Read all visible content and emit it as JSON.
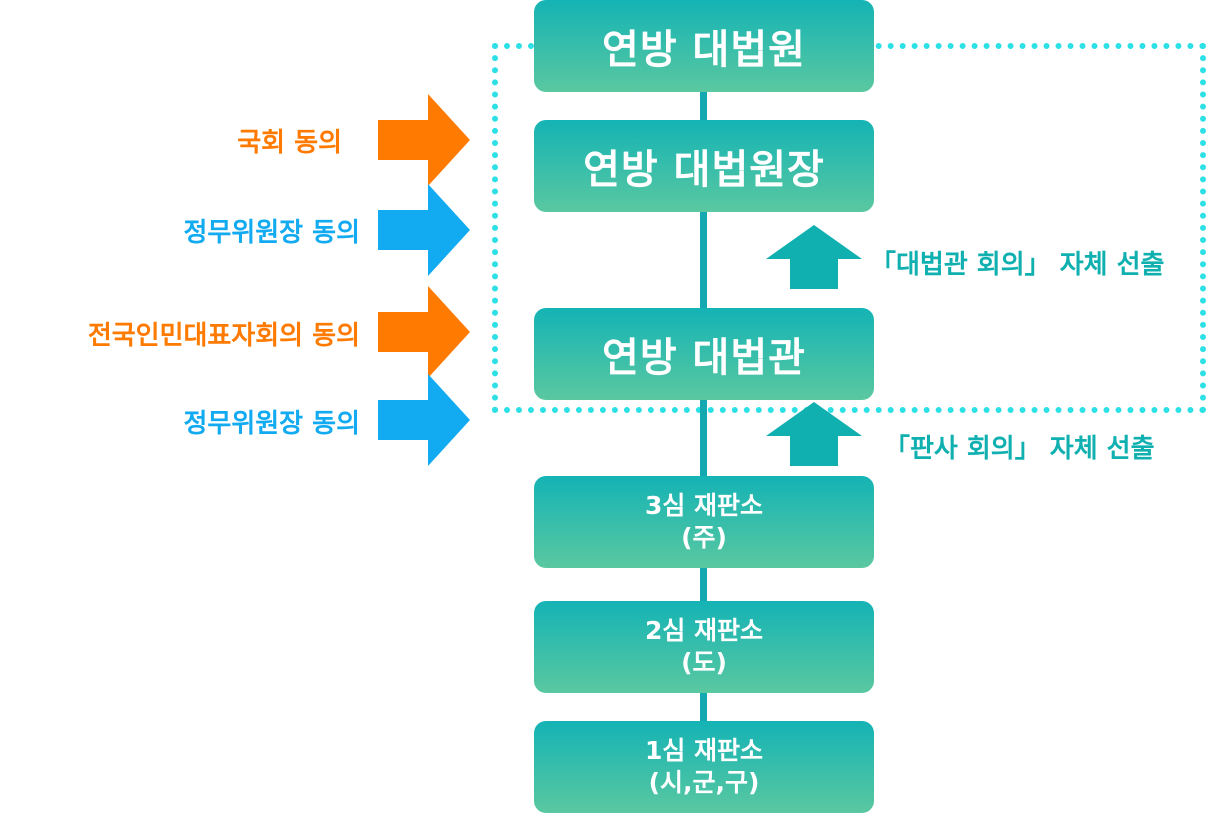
{
  "boxes": {
    "supreme_court": "연방 대법원",
    "chief_justice": "연방 대법원장",
    "justice": "연방 대법관",
    "third_court_line1": "3심 재판소",
    "third_court_line2": "(주)",
    "second_court_line1": "2심 재판소",
    "second_court_line2": "(도)",
    "first_court_line1": "1심 재판소",
    "first_court_line2": "(시,군,구)"
  },
  "left_labels": {
    "congress_consent": "국회 동의",
    "premier_consent_1": "정무위원장 동의",
    "npc_consent": "전국인민대표자회의 동의",
    "premier_consent_2": "정무위원장 동의"
  },
  "right_labels": {
    "justices_council": "「대법관 회의」 자체 선출",
    "judges_council": "「판사 회의」 자체 선출"
  },
  "colors": {
    "orange": "#ff7a00",
    "blue": "#12aaf0",
    "teal": "#10b0b0",
    "dotted": "#2de0e6"
  },
  "icons": {
    "right_arrow": "arrow-right-icon",
    "up_arrow": "arrow-up-icon"
  }
}
